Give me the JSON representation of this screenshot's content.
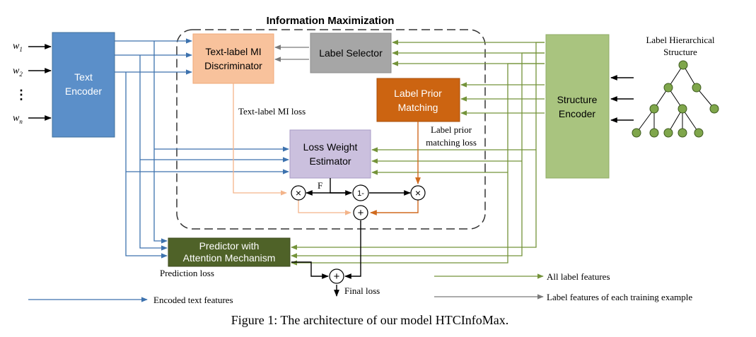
{
  "diagram": {
    "container_title": "Information Maximization",
    "inputs": [
      "w",
      "w",
      "w"
    ],
    "input_subscripts": [
      "1",
      "2",
      "n"
    ],
    "input_dots": "⋮",
    "nodes": {
      "text_encoder": [
        "Text",
        "Encoder"
      ],
      "text_label_mi": [
        "Text-label MI",
        "Discriminator"
      ],
      "label_selector": [
        "Label Selector"
      ],
      "label_prior": [
        "Label Prior",
        "Matching"
      ],
      "loss_weight": [
        "Loss Weight",
        "Estimator"
      ],
      "predictor": [
        "Predictor with",
        "Attention Mechanism"
      ],
      "structure_encoder": [
        "Structure",
        "Encoder"
      ]
    },
    "hierarchy_title": [
      "Label Hierarchical",
      "Structure"
    ],
    "labels": {
      "text_label_mi_loss": "Text-label MI loss",
      "label_prior_loss": [
        "Label prior",
        "matching loss"
      ],
      "f": "F",
      "prediction_loss": "Prediction loss",
      "final_loss": "Final loss"
    },
    "operators": {
      "times": "×",
      "one_minus": "1-",
      "plus": "+"
    },
    "legend": {
      "encoded": "Encoded text features",
      "all_label": "All label features",
      "per_example": "Label features of each training example"
    },
    "caption": "Figure 1: The architecture of our model HTCInfoMax.",
    "colors": {
      "text_encoder": "#5b8fc9",
      "text_label_mi": "#f8c29c",
      "label_selector": "#a6a6a6",
      "label_prior": "#cc6411",
      "loss_weight": "#cbc0de",
      "predictor": "#4f6228",
      "structure_encoder": "#a9c47f",
      "blue_arrow": "#3d72ae",
      "green_arrow": "#74933a",
      "gray_arrow": "#7a7a7a"
    }
  }
}
